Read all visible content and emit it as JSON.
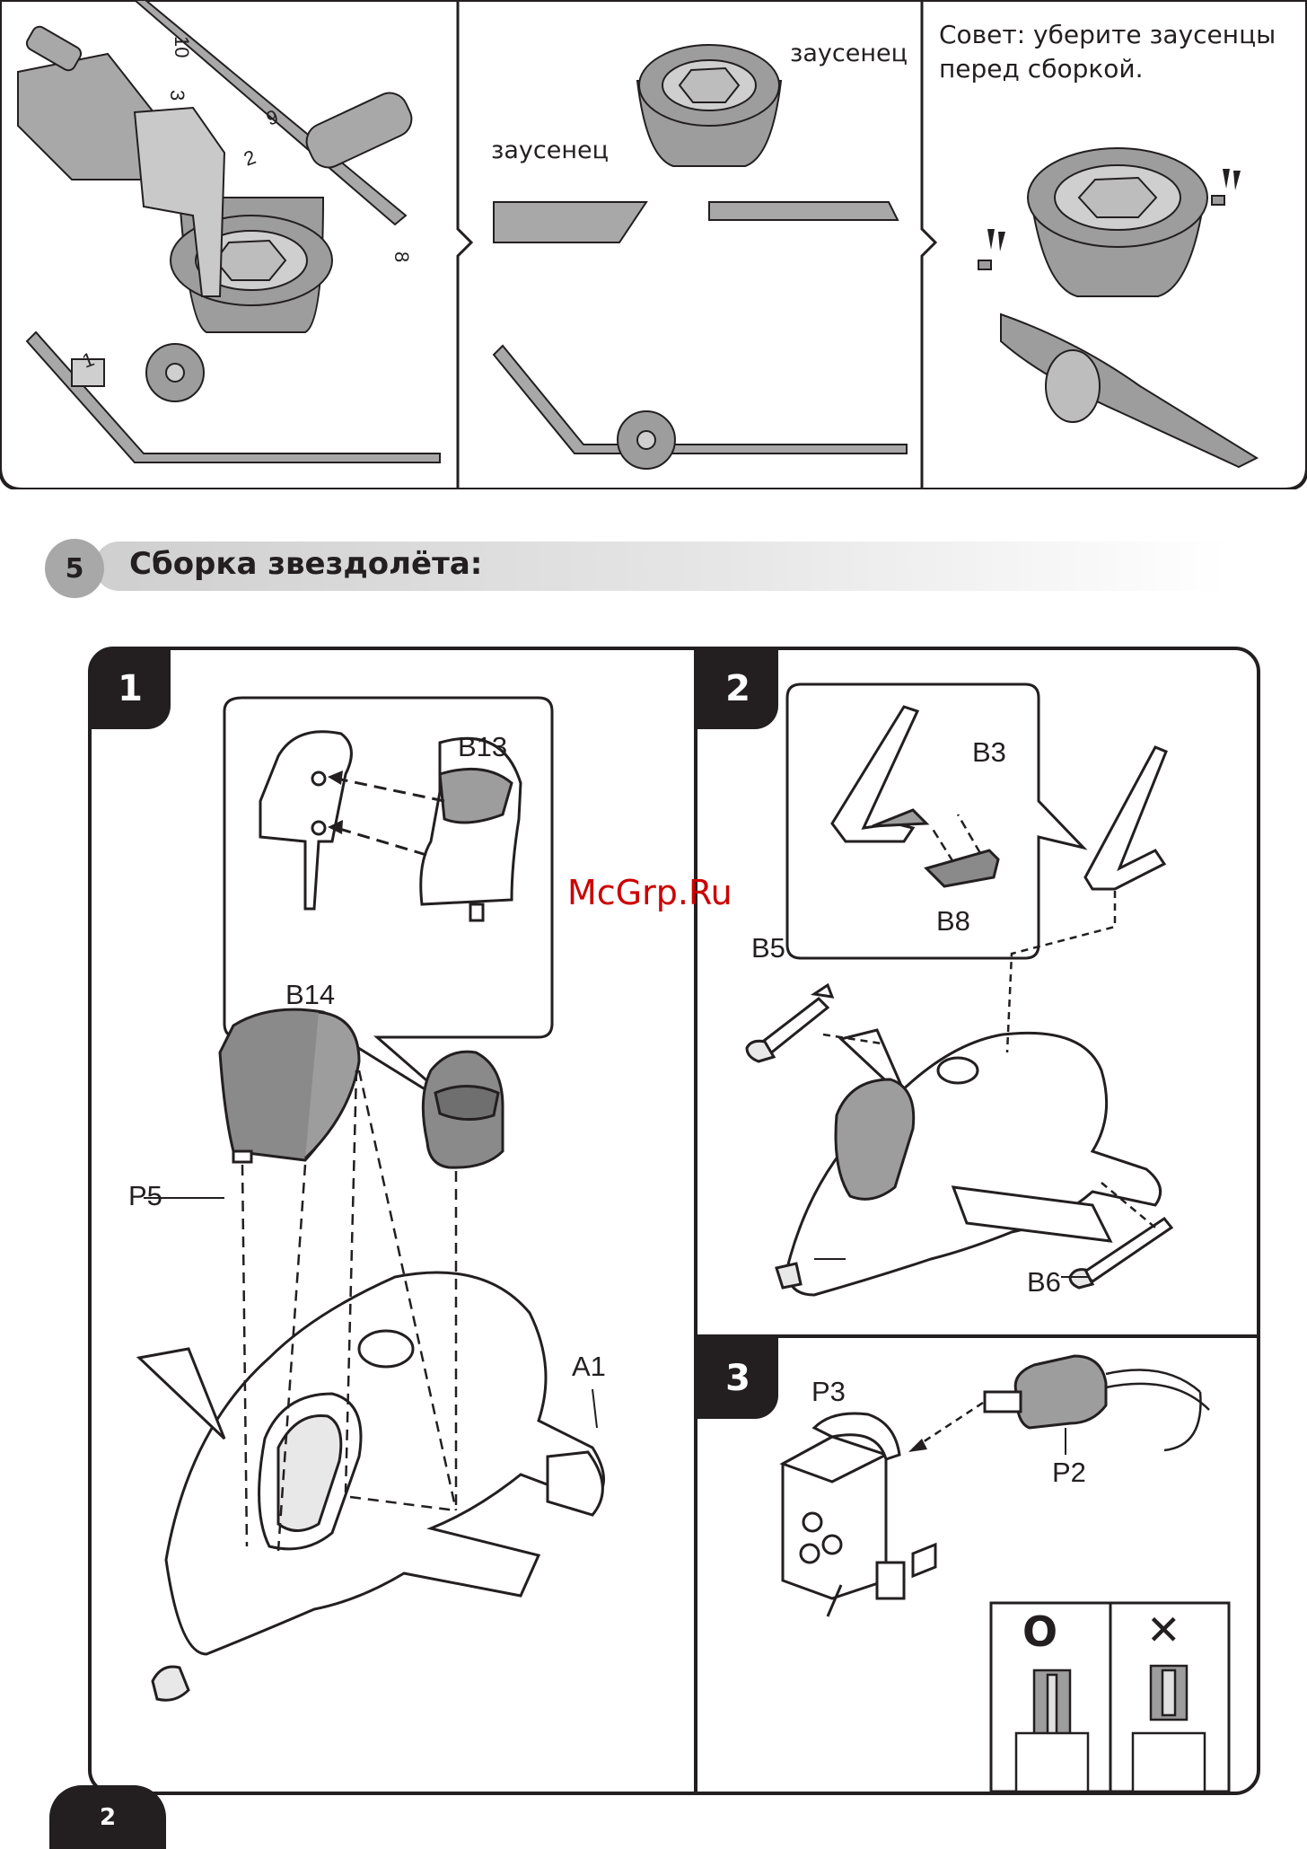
{
  "burr_panels": {
    "burr_label_right": "заусенец",
    "burr_label_left": "заусенец",
    "tip_line1": "Совет: уберите заусенцы",
    "tip_line2": "перед сборкой.",
    "sprue_numbers": [
      "10",
      "3",
      "9",
      "2",
      "8",
      "1"
    ]
  },
  "section": {
    "number": "5",
    "title": "Сборка звездолёта:"
  },
  "steps": [
    {
      "number": "1",
      "labels": {
        "b13": "B13",
        "b14": "B14",
        "p5": "P5",
        "a1": "A1"
      }
    },
    {
      "number": "2",
      "labels": {
        "b3": "B3",
        "b8": "B8",
        "b5": "B5",
        "b6": "B6"
      }
    },
    {
      "number": "3",
      "labels": {
        "p3": "P3",
        "p2": "P2",
        "ok": "O",
        "no": "✕"
      }
    }
  ],
  "watermark": "McGrp.Ru",
  "page_number": "2",
  "colors": {
    "ink": "#231f20",
    "part_gray": "#9d9d9d",
    "sprue_gray": "#a8a8a8",
    "watermark": "#cc0000"
  }
}
